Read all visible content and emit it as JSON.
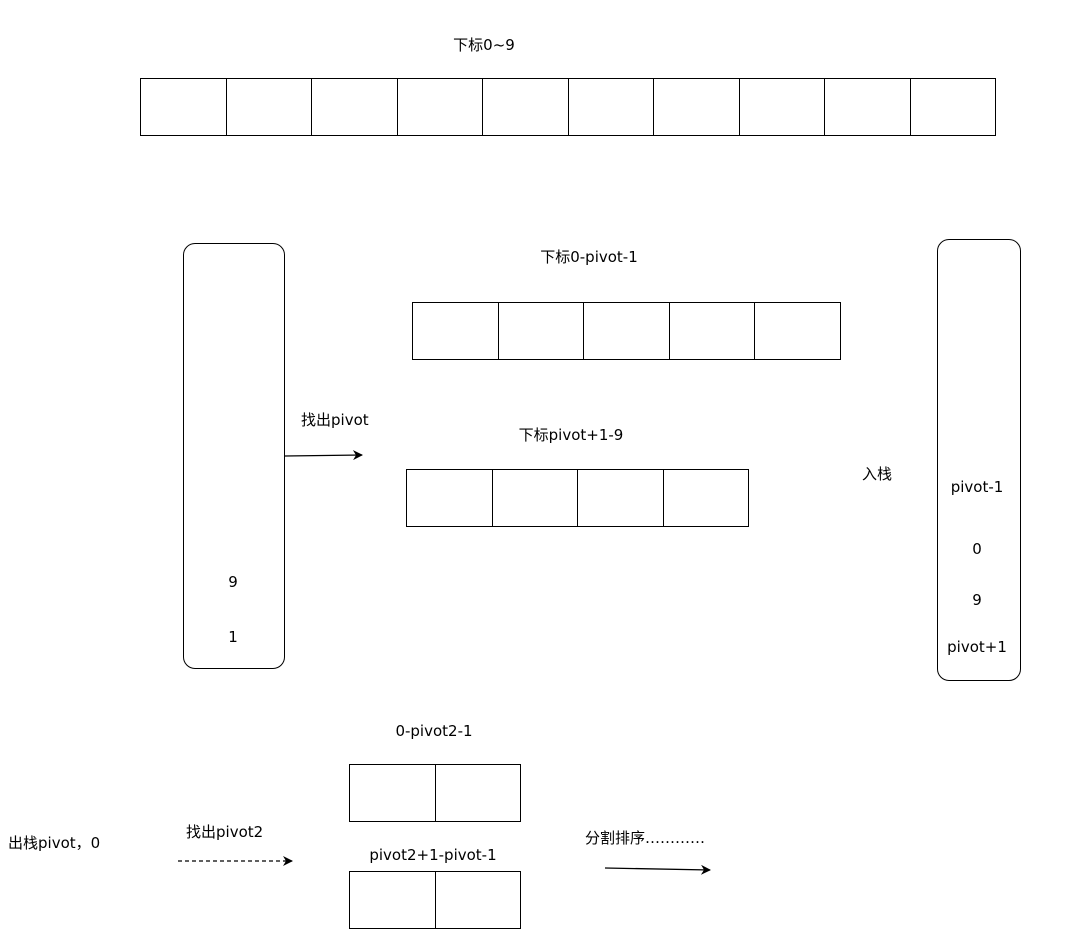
{
  "top_array": {
    "label": "下标0~9",
    "cell_count": 10
  },
  "left_stack": {
    "items": [
      "9",
      "1"
    ]
  },
  "find_pivot_label": "找出pivot",
  "left_sub_array": {
    "label": "下标0-pivot-1",
    "cell_count": 5
  },
  "right_sub_array": {
    "label": "下标pivot+1-9",
    "cell_count": 4
  },
  "push_label": "入栈",
  "right_stack": {
    "items": [
      "pivot-1",
      "0",
      "9",
      "pivot+1"
    ]
  },
  "pop_label": "出栈pivot，0",
  "find_pivot2_label": "找出pivot2",
  "bottom_left_array": {
    "label": "0-pivot2-1",
    "cell_count": 2
  },
  "bottom_right_array": {
    "label": "pivot2+1-pivot-1",
    "cell_count": 2
  },
  "partition_label": "分割排序…………"
}
